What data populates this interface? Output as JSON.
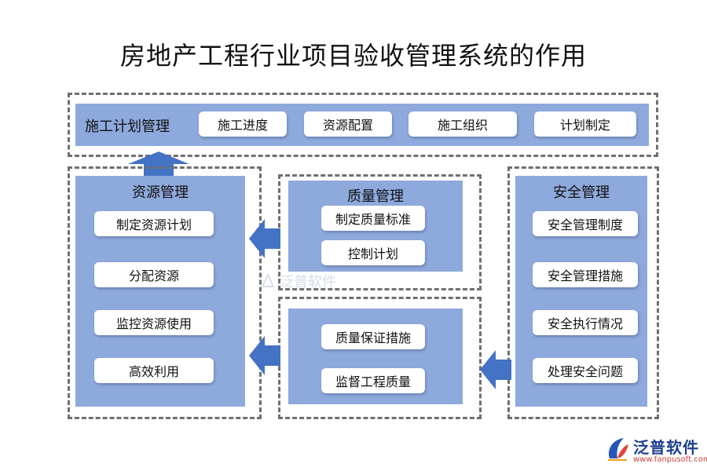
{
  "title": "房地产工程行业项目验收管理系统的作用",
  "top_panel": {
    "label": "施工计划管理",
    "items": [
      "施工进度",
      "资源配置",
      "施工组织",
      "计划制定"
    ]
  },
  "resource_panel": {
    "title": "资源管理",
    "items": [
      "制定资源计划",
      "分配资源",
      "监控资源使用",
      "高效利用"
    ]
  },
  "quality_panel": {
    "title": "质量管理",
    "items": [
      "制定质量标准",
      "控制计划"
    ]
  },
  "quality_lower_panel": {
    "items": [
      "质量保证措施",
      "监督工程质量"
    ]
  },
  "safety_panel": {
    "title": "安全管理",
    "items": [
      "安全管理制度",
      "安全管理措施",
      "安全执行情况",
      "处理安全问题"
    ]
  },
  "watermark": {
    "text": "泛普软件"
  },
  "logo": {
    "name": "泛普软件",
    "url": "www.fanpusoft.com"
  },
  "colors": {
    "panel": "#8ea9dc",
    "arrow": "#4472c4",
    "dash": "#6f6f6f"
  }
}
